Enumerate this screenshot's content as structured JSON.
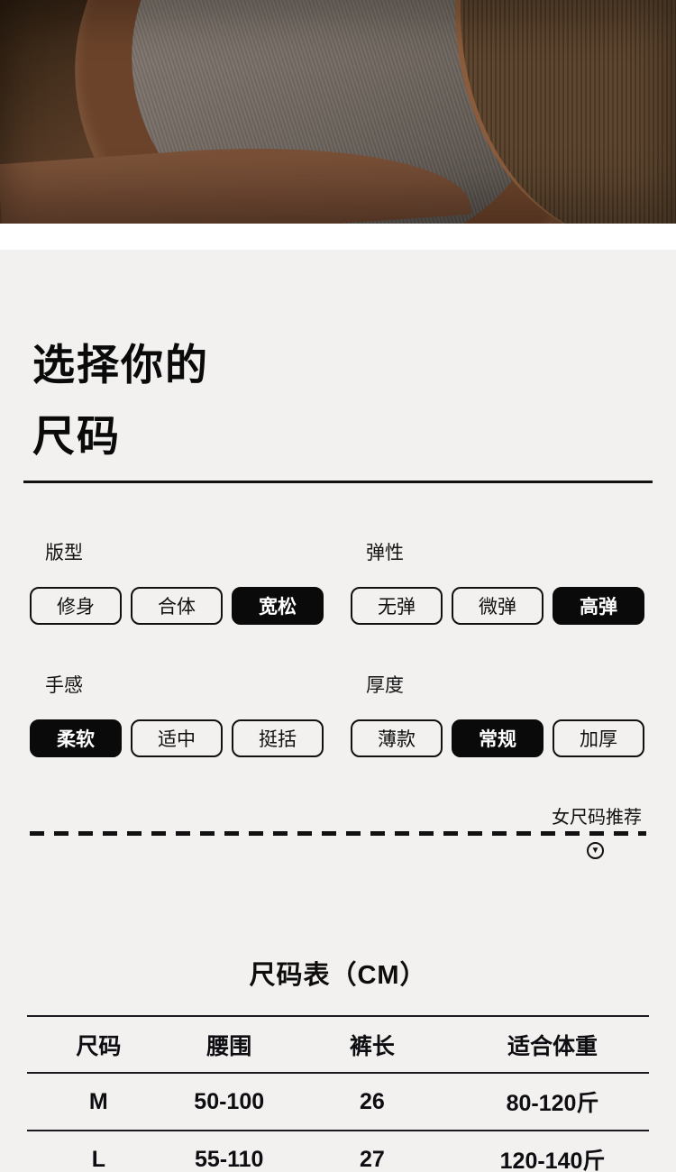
{
  "hero": {
    "description": "close-up photo of brown faux-leather pants fabric with fleece lining"
  },
  "heading": {
    "line1": "选择你的",
    "line2": "尺码"
  },
  "selectors": [
    {
      "label": "版型",
      "options": [
        {
          "label": "修身",
          "selected": false
        },
        {
          "label": "合体",
          "selected": false
        },
        {
          "label": "宽松",
          "selected": true
        }
      ]
    },
    {
      "label": "弹性",
      "options": [
        {
          "label": "无弹",
          "selected": false
        },
        {
          "label": "微弹",
          "selected": false
        },
        {
          "label": "高弹",
          "selected": true
        }
      ]
    },
    {
      "label": "手感",
      "options": [
        {
          "label": "柔软",
          "selected": true
        },
        {
          "label": "适中",
          "selected": false
        },
        {
          "label": "挺括",
          "selected": false
        }
      ]
    },
    {
      "label": "厚度",
      "options": [
        {
          "label": "薄款",
          "selected": false
        },
        {
          "label": "常规",
          "selected": true
        },
        {
          "label": "加厚",
          "selected": false
        }
      ]
    }
  ],
  "recommendation": {
    "label": "女尺码推荐",
    "arrow_icon": "▼"
  },
  "size_table": {
    "title": "尺码表（CM）",
    "columns": [
      "尺码",
      "腰围",
      "裤长",
      "适合体重"
    ],
    "rows": [
      [
        "M",
        "50-100",
        "26",
        "80-120斤"
      ],
      [
        "L",
        "55-110",
        "27",
        "120-140斤"
      ]
    ]
  },
  "colors": {
    "page_background": "#f2f1ef",
    "accent_black": "#0a0a0a",
    "selected_text": "#ffffff",
    "leather_brown": "#6f4a33",
    "rib_brown": "#56412c",
    "lining_gray": "#7b726b"
  }
}
